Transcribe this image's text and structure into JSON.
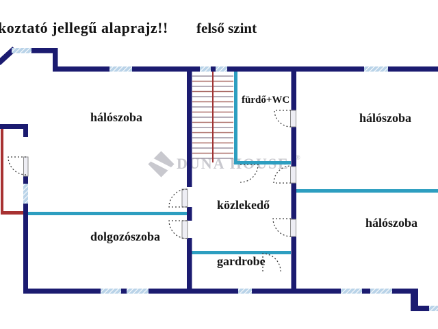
{
  "header": {
    "title": "koztató jellegű alaprajz!!",
    "floor_label": "felső szint"
  },
  "rooms": {
    "bedroom_left": "hálószoba",
    "bathroom": "fürdő+WC",
    "bedroom_top_right": "hálószoba",
    "bedroom_bottom_right": "hálószoba",
    "study": "dolgozószoba",
    "hallway": "közlekedő",
    "wardrobe": "gardrobe"
  },
  "watermark": {
    "text": "DUNA HOUSE",
    "registered": "®"
  },
  "colors": {
    "background": "#ffffff",
    "wall": "#1b1b70",
    "window": "#b9d3e8",
    "divider": "#2d9ec0",
    "terrace": "#a83232",
    "text": "#141414",
    "watermark": "#c6c6cc"
  }
}
